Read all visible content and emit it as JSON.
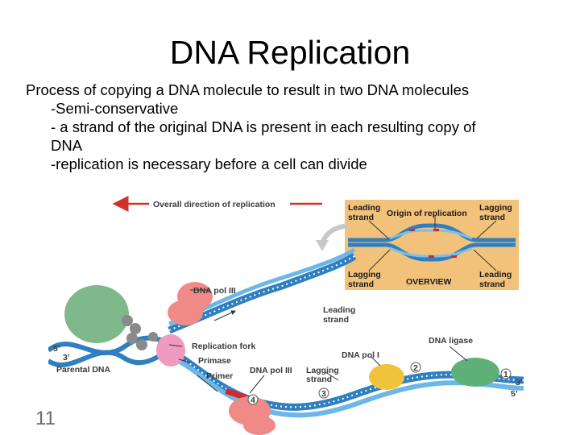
{
  "slide": {
    "title": "DNA Replication",
    "lines": [
      "Process of copying a DNA molecule to result in two DNA molecules",
      "-Semi-conservative",
      "- a strand of the original DNA is present in each resulting copy of",
      "DNA",
      "-replication is necessary before a cell can divide"
    ],
    "slide_number": "11"
  },
  "figure": {
    "direction_label": "Overall direction of replication",
    "overview": {
      "leading_top": [
        "Leading",
        "strand"
      ],
      "origin": "Origin of replication",
      "lagging_top": [
        "Lagging",
        "strand"
      ],
      "lagging_bottom": [
        "Lagging",
        "strand"
      ],
      "caption": "OVERVIEW",
      "leading_bottom": [
        "Leading",
        "strand"
      ]
    },
    "labels": {
      "dna_pol_iii_top": "DNA pol III",
      "leading_strand": [
        "Leading",
        "strand"
      ],
      "replication_fork": "Replication fork",
      "primase": "Primase",
      "primer": "Primer",
      "parental_dna": "Parental DNA",
      "five_prime_left": "5’",
      "three_prime_left": "3’",
      "dna_pol_iii_bottom": "DNA pol III",
      "lagging_strand": [
        "Lagging",
        "strand"
      ],
      "dna_pol_i": "DNA pol I",
      "dna_ligase": "DNA ligase",
      "three_prime_right": "3’",
      "five_prime_right": "5’"
    },
    "steps": [
      "1",
      "2",
      "3",
      "4"
    ],
    "colors": {
      "overview_bg": "#f2c27a",
      "strand_blue": "#2f7fc1",
      "strand_light": "#7cc0e6",
      "new_strand": "#6cb7e8",
      "primer_red": "#d8262a",
      "arrow_red": "#d3322a",
      "pol_pink": "#ef8a86",
      "helicase_green": "#7fb88a",
      "ligase_green": "#5fb078",
      "pol_i_yellow": "#f0c33c"
    }
  }
}
